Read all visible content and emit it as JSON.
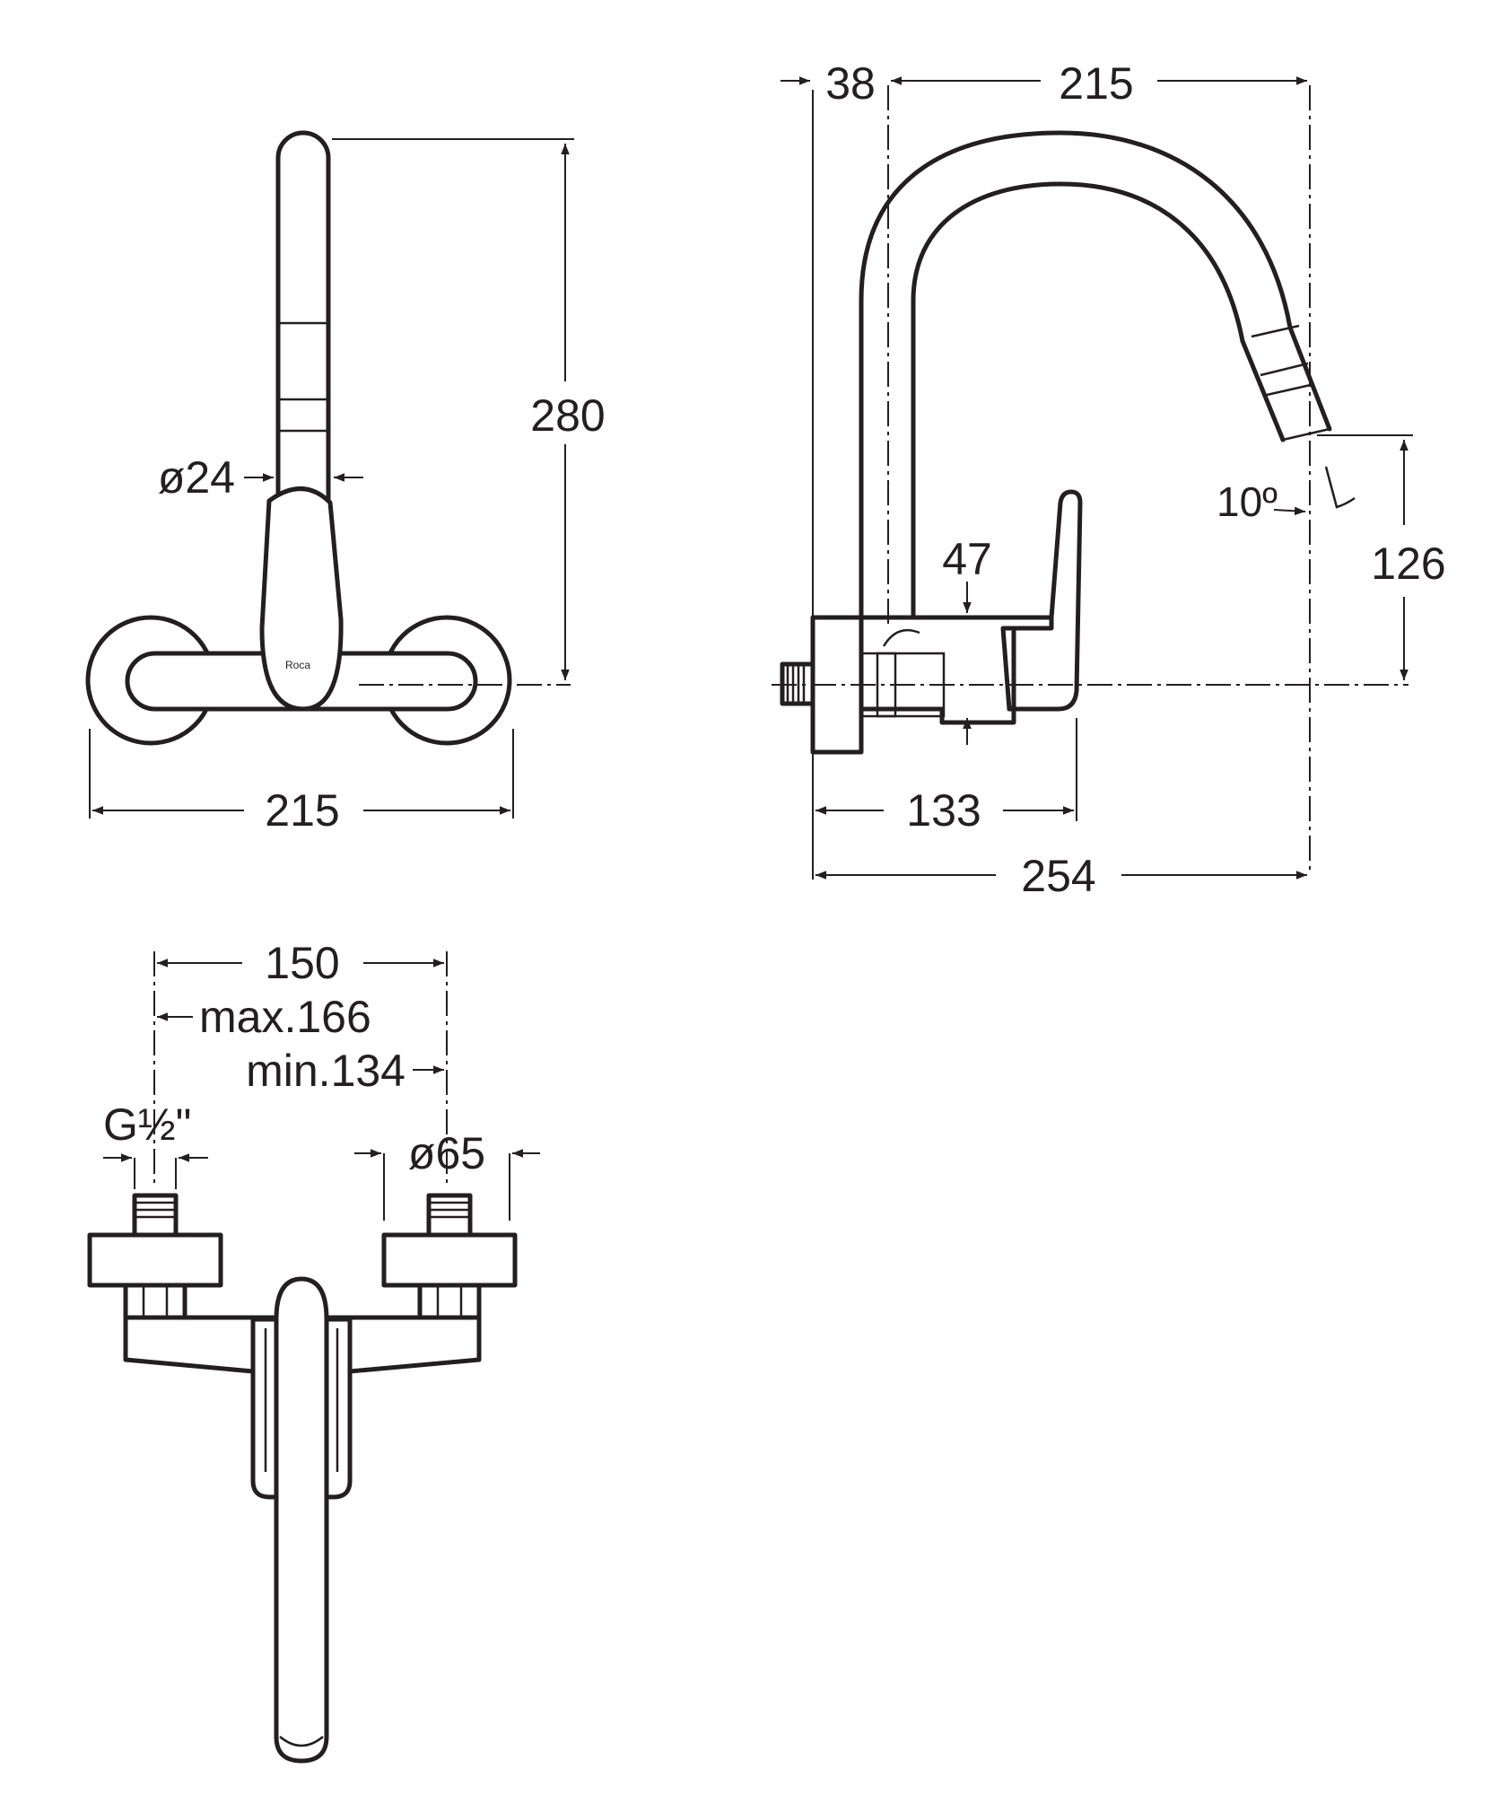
{
  "colors": {
    "line": "#231f20",
    "background": "#ffffff"
  },
  "front_view": {
    "width_label": "215",
    "height_label": "280",
    "spout_diameter_label": "ø24",
    "brand_mark": "Roca"
  },
  "side_view": {
    "wall_offset_label": "38",
    "spout_reach_label": "215",
    "spout_height_label": "126",
    "angle_label": "10º",
    "body_height_label": "47",
    "body_depth_label": "133",
    "total_depth_label": "254"
  },
  "top_view": {
    "centers_label": "150",
    "max_label": "max.166",
    "min_label": "min.134",
    "connection_label": "G½\"",
    "flange_diameter_label": "ø65"
  }
}
